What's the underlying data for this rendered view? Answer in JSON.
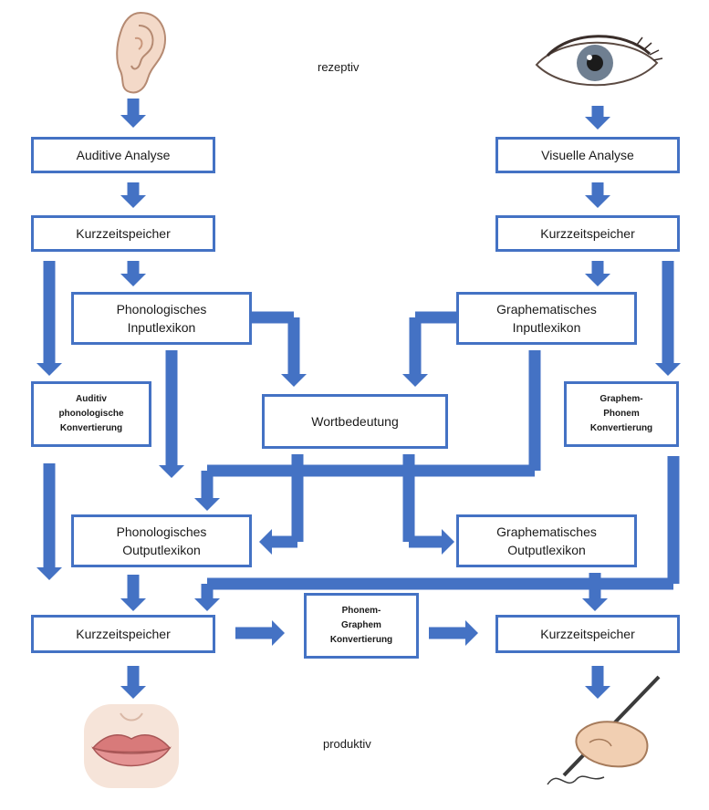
{
  "labels": {
    "top": "rezeptiv",
    "bottom": "produktiv"
  },
  "boxes": {
    "auditive_analyse": "Auditive Analyse",
    "kzs_left_top": "Kurzzeitspeicher",
    "phon_input": "Phonologisches\nInputlexikon",
    "auditiv_phon_konv": "Auditiv\nphonologische\nKonvertierung",
    "visuelle_analyse": "Visuelle Analyse",
    "kzs_right_top": "Kurzzeitspeicher",
    "graph_input": "Graphematisches\nInputlexikon",
    "graph_phon_konv": "Graphem-\nPhonem\nKonvertierung",
    "wortbedeutung": "Wortbedeutung",
    "phon_output": "Phonologisches\nOutputlexikon",
    "graph_output": "Graphematisches\nOutputlexikon",
    "kzs_left_bottom": "Kurzzeitspeicher",
    "phon_graph_konv": "Phonem-\nGraphem\nKonvertierung",
    "kzs_right_bottom": "Kurzzeitspeicher"
  },
  "images": {
    "top_left": "ear-icon",
    "top_right": "eye-icon",
    "bottom_left": "lips-icon",
    "bottom_right": "writing-hand-icon"
  },
  "colors": {
    "arrow": "#4472c4",
    "border": "#4472c4"
  }
}
